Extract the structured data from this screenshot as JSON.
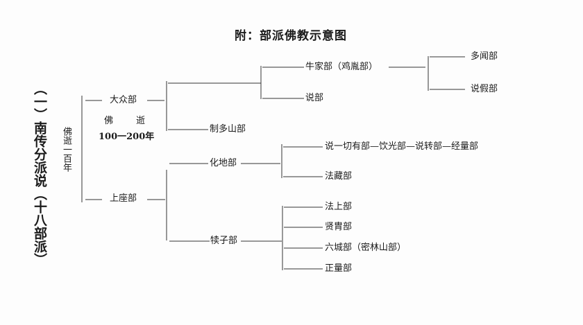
{
  "title": "附：部派佛教示意图",
  "side_title": "（一）南传分派说（十八部派）",
  "era_first": "佛逝一百年",
  "era_second_a": "佛",
  "era_second_b": "逝",
  "era_second_years": "100一200年",
  "roots": {
    "mahasanghika": "大众部",
    "sthavira": "上座部"
  },
  "mahasanghika_branches": {
    "gokulika": "牛家部（鸡胤部）",
    "ekavyavaharika": "说部",
    "caitika": "制多山部",
    "bahusrutiya": "多闻部",
    "prajnaptivada": "说假部"
  },
  "sthavira_branches": {
    "mahisasaka": "化地部",
    "vatsiputriya": "犊子部",
    "sarvastivada_chain": "说一切有部—饮光部—说转部—经量部",
    "dharmaguptaka": "法藏部",
    "dharmottariya": "法上部",
    "bhadrayaniya": "贤胄部",
    "channagirika": "六城部（密林山部）",
    "sammitiya": "正量部"
  }
}
